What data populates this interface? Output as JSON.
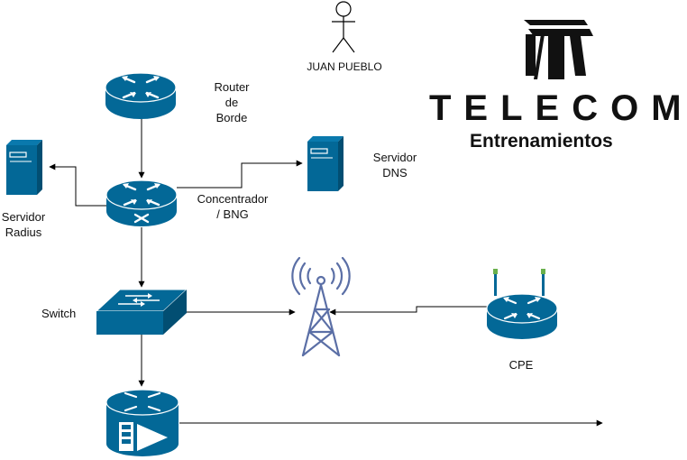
{
  "nodes": {
    "actor": {
      "label": "JUAN PUEBLO",
      "icon": "person-icon"
    },
    "edge_router": {
      "label_lines": [
        "Router",
        "de",
        "Borde"
      ],
      "icon": "router-icon"
    },
    "bng": {
      "label_lines": [
        "Concentrador",
        "/ BNG"
      ],
      "icon": "router-icon"
    },
    "radius": {
      "label_lines": [
        "Servidor",
        "Radius"
      ],
      "icon": "server-icon"
    },
    "dns": {
      "label_lines": [
        "Servidor",
        "DNS"
      ],
      "icon": "server-icon"
    },
    "switch": {
      "label": "Switch",
      "icon": "switch-icon"
    },
    "tower": {
      "icon": "antenna-tower-icon"
    },
    "cpe": {
      "label": "CPE",
      "icon": "wireless-router-icon"
    },
    "olt": {
      "icon": "optical-router-icon"
    }
  },
  "brand": {
    "name": "TELECOM",
    "subtitle": "Entrenamientos",
    "logo_icon": "telecom-logo-icon"
  },
  "colors": {
    "device_fill": "#036897",
    "device_stroke": "#ffffff",
    "line": "#000000",
    "tower": "#5b6fa6"
  }
}
